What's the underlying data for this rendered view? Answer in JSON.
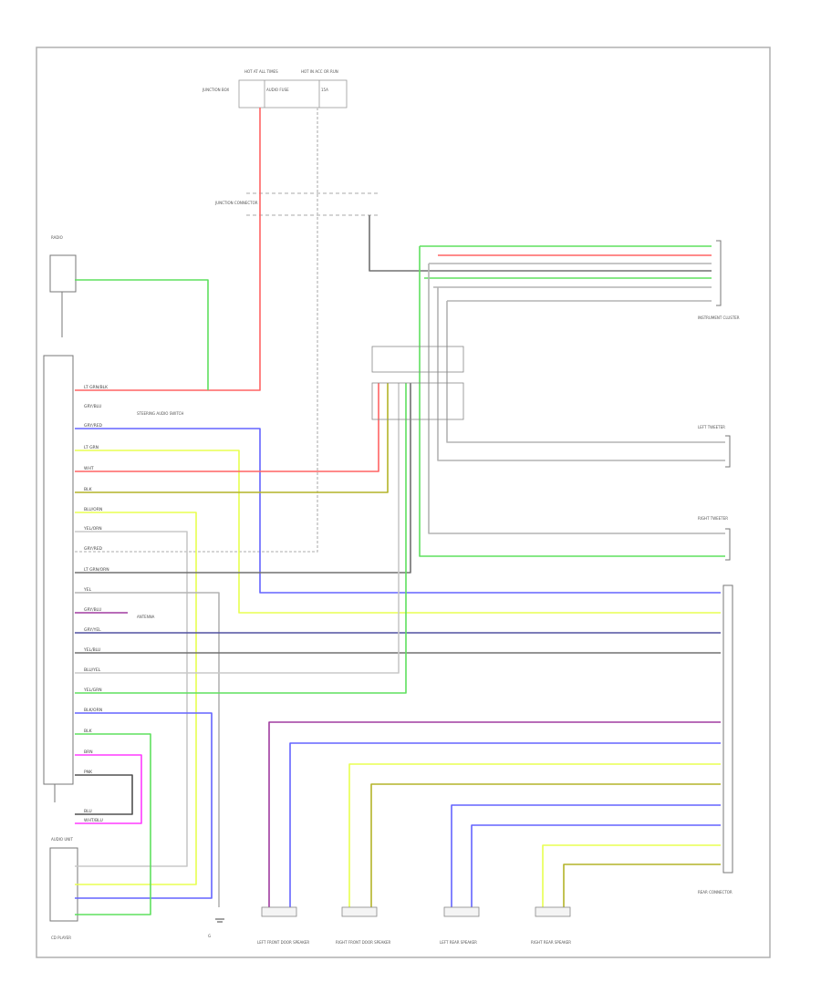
{
  "diagram": {
    "colors": {
      "border": "#b0b0b0",
      "red": "#ff6464",
      "green": "#5fe05f",
      "blue": "#6464ff",
      "yellow": "#e8ff50",
      "olive": "#b4b428",
      "gray": "#b4b4b4",
      "magenta": "#ff3cff",
      "purple": "#a03ca0",
      "black": "#282828"
    },
    "labels": {
      "hot_at_all_times": "HOT AT ALL TIMES",
      "hot_in_acc_or_run": "HOT IN ACC OR RUN",
      "junction_box": "JUNCTION BOX",
      "audio_fuse": "AUDIO FUSE",
      "fuse_15a": "15A",
      "junction_connector": "JUNCTION CONNECTOR",
      "left_rear_speaker": "LEFT REAR SPEAKER",
      "right_rear_speaker": "RIGHT REAR SPEAKER",
      "radio": "RADIO",
      "audio_unit": "AUDIO UNIT",
      "steering_switch": "STEERING AUDIO SWITCH",
      "antenna": "ANTENNA",
      "left_front_door": "LEFT FRONT DOOR SPEAKER",
      "right_front_door": "RIGHT FRONT DOOR SPEAKER",
      "left_tweeter": "LEFT TWEETER",
      "right_tweeter": "RIGHT TWEETER",
      "ground": "G",
      "cd_player": "CD PLAYER",
      "rear_connector": "REAR CONNECTOR",
      "instrument_cluster": "INSTRUMENT CLUSTER"
    },
    "wire_codes": [
      "LT GRN/BLK",
      "GRY/BLU",
      "GRY/RED",
      "LT GRN",
      "WHT",
      "BLK",
      "BLU/ORN",
      "YEL/ORN",
      "GRY/RED",
      "LT GRN/ORN",
      "YEL",
      "GRY/BLU",
      "GRY/YEL",
      "YEL/BLU",
      "BLU/YEL",
      "YEL/GRN",
      "BLK/ORN",
      "BLK",
      "BRN",
      "PNK",
      "BLU",
      "WHT/BLU"
    ]
  }
}
